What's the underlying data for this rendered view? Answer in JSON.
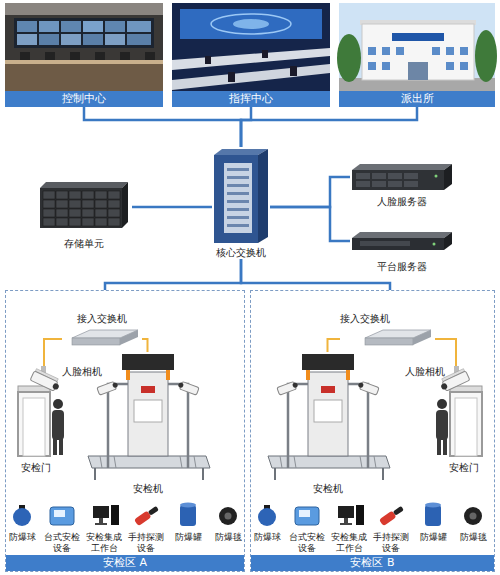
{
  "diagram": {
    "nodes": [
      {
        "text": [
          "控制中心"
        ]
      },
      {
        "text": [
          "指挥中心"
        ]
      },
      {
        "text": [
          "派出所"
        ]
      },
      {
        "text": [
          "存储单元"
        ]
      },
      {
        "text": [
          "核心交换机"
        ]
      },
      {
        "text": [
          "人脸服务器"
        ]
      },
      {
        "text": [
          "平台服务器"
        ]
      },
      {
        "text": [
          "安检区 A"
        ]
      },
      {
        "text": [
          "接入交换机"
        ],
        "in": 7
      },
      {
        "text": [
          "人脸相机"
        ],
        "in": 7
      },
      {
        "text": [
          "安检门"
        ],
        "in": 7
      },
      {
        "text": [
          "安检机"
        ],
        "in": 7
      },
      {
        "text": [
          "安检区 B"
        ]
      },
      {
        "text": [
          "接入交换机"
        ],
        "in": 12
      },
      {
        "text": [
          "人脸相机"
        ],
        "in": 12
      },
      {
        "text": [
          "安检门"
        ],
        "in": 12
      },
      {
        "text": [
          "安检机"
        ],
        "in": 12
      }
    ],
    "edges": [
      {
        "from": 0,
        "to": 4,
        "arrow": "none"
      },
      {
        "from": 1,
        "to": 4,
        "arrow": "none"
      },
      {
        "from": 2,
        "to": 4,
        "arrow": "none"
      },
      {
        "from": 3,
        "to": 4,
        "arrow": "none"
      },
      {
        "from": 4,
        "to": 5,
        "arrow": "none"
      },
      {
        "from": 4,
        "to": 6,
        "arrow": "none"
      },
      {
        "from": 4,
        "to": 7,
        "arrow": "none"
      },
      {
        "from": 4,
        "to": 12,
        "arrow": "none"
      },
      {
        "from": 8,
        "to": 9,
        "arrow": "none"
      },
      {
        "from": 8,
        "to": 11,
        "arrow": "none"
      },
      {
        "from": 13,
        "to": 14,
        "arrow": "none"
      },
      {
        "from": 13,
        "to": 16,
        "arrow": "none"
      }
    ],
    "labels": [
      "防爆球",
      "台式安检设备",
      "安检集成工作台",
      "手持探测设备",
      "防爆罐",
      "防爆毯",
      "防爆球",
      "台式安检设备",
      "安检集成工作台",
      "手持探测设备",
      "防爆罐",
      "防爆毯"
    ]
  }
}
